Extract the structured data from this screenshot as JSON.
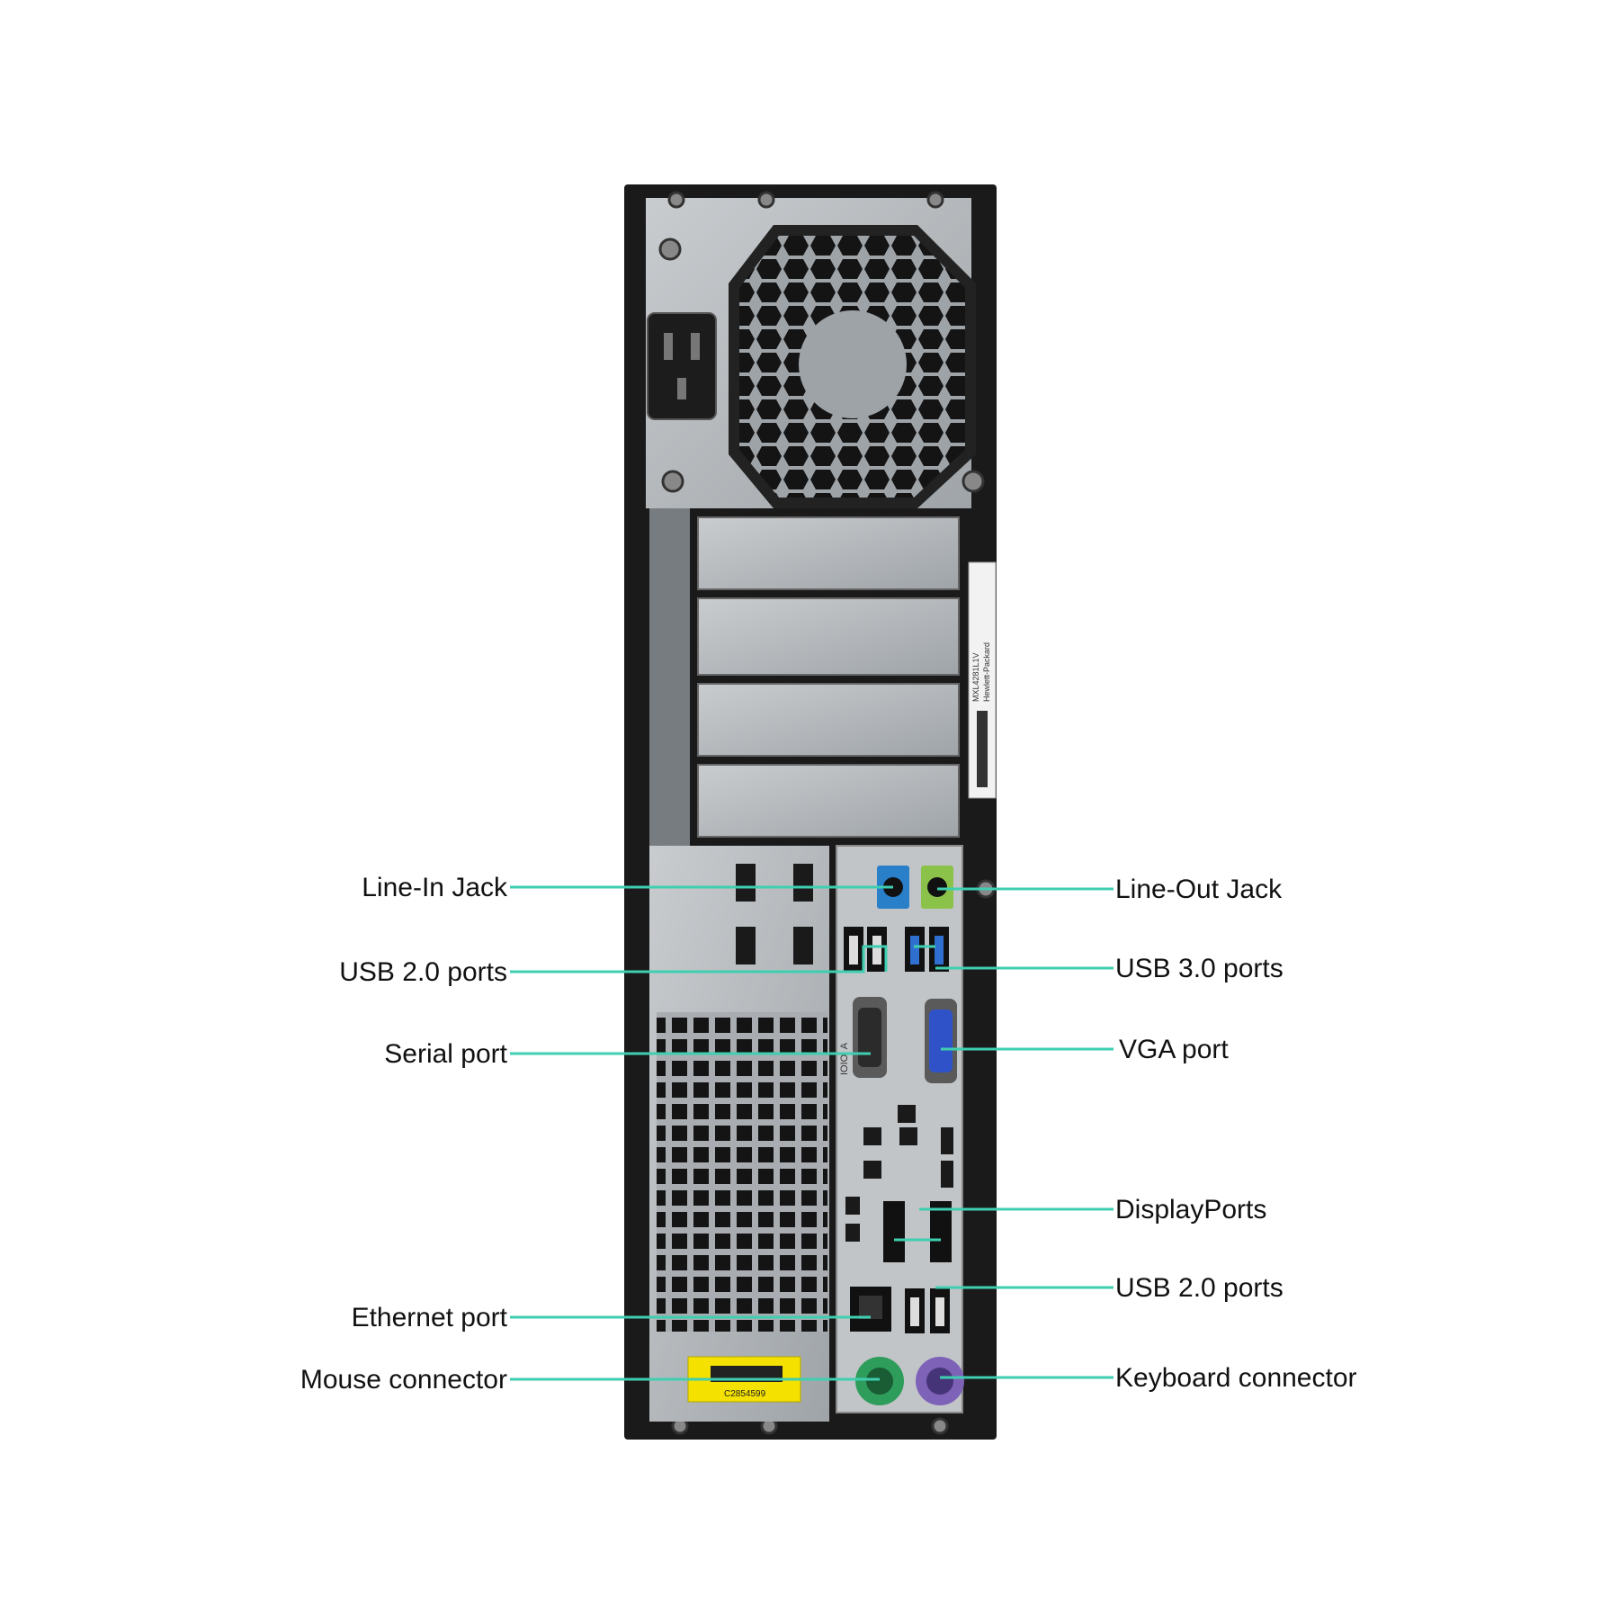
{
  "colors": {
    "leader": "#3fcfb0",
    "chassis": "#1a1a1a",
    "panel": "#b9bcbf",
    "audio_in": "#2a7fc9",
    "audio_out": "#8bc34a",
    "usb3": "#2f6fd0",
    "vga": "#2f52c8",
    "mouse": "#2e9c5a",
    "keyboard": "#7d62b8",
    "sticker": "#f4e100"
  },
  "labels": {
    "line_in": "Line-In Jack",
    "usb20_top": "USB 2.0 ports",
    "serial": "Serial port",
    "ethernet": "Ethernet port",
    "mouse": "Mouse connector",
    "line_out": "Line-Out Jack",
    "usb30": "USB 3.0 ports",
    "vga": "VGA port",
    "displayports": "DisplayPorts",
    "usb20_bottom": "USB 2.0 ports",
    "keyboard": "Keyboard connector"
  },
  "stickers": {
    "service_tag_line1": "MXL4281L1V",
    "service_tag_line2": "Hewlett-Packard",
    "asset_tag": "C2854599"
  },
  "port_markings": {
    "serial_marking": "IOIOI A"
  },
  "icons": [
    "power-socket-icon",
    "fan-grille-icon",
    "line-in-icon",
    "line-out-icon",
    "usb-icon",
    "usb-ss-icon",
    "displayport-icon",
    "ethernet-icon",
    "mouse-icon",
    "keyboard-icon"
  ]
}
